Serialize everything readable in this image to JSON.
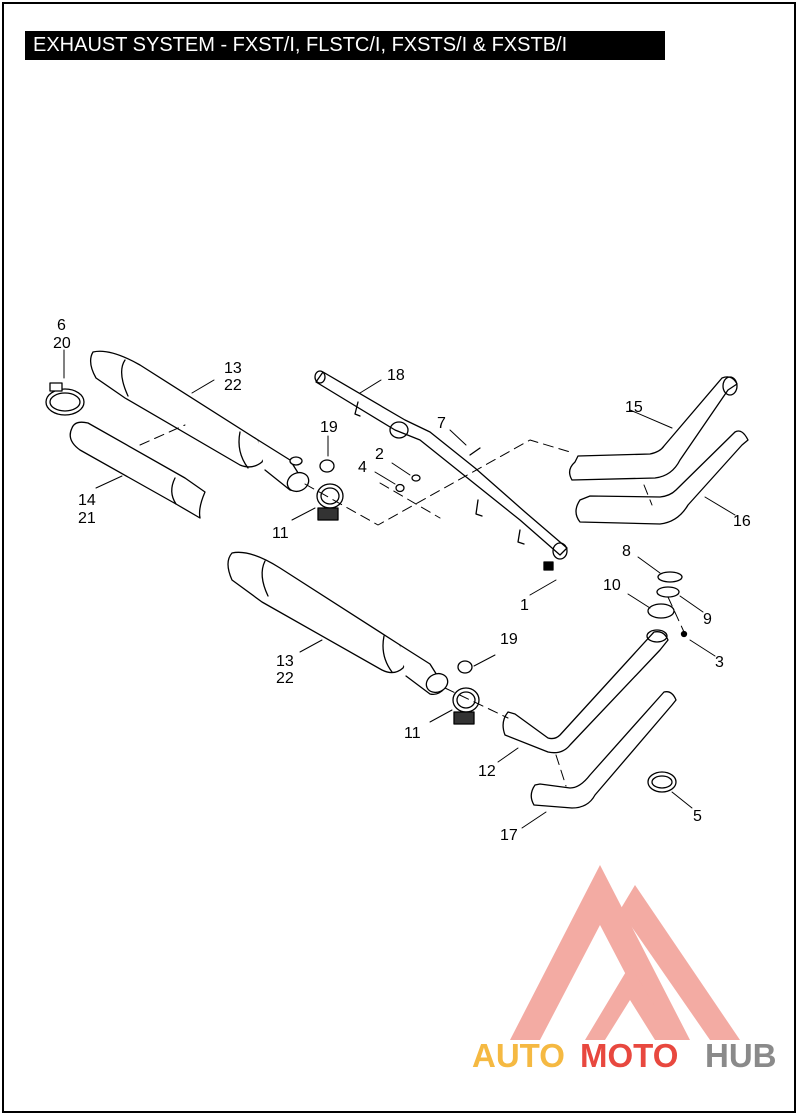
{
  "title": "EXHAUST SYSTEM - FXST/I, FLSTC/I, FXSTS/I & FXSTB/I",
  "callouts": {
    "c1": "1",
    "c2": "2",
    "c3": "3",
    "c4": "4",
    "c5": "5",
    "c6": "6",
    "c20a": "20",
    "c7": "7",
    "c8": "8",
    "c9": "9",
    "c10": "10",
    "c11a": "11",
    "c11b": "11",
    "c12": "12",
    "c13a": "13",
    "c22a": "22",
    "c13b": "13",
    "c22b": "22",
    "c14": "14",
    "c21": "21",
    "c15": "15",
    "c16": "16",
    "c17": "17",
    "c18": "18",
    "c19a": "19",
    "c19b": "19"
  },
  "watermark": {
    "part1": "AUTO",
    "part2": "MOTO",
    "part3": "HUB",
    "color_orange": "#f5b942",
    "color_red": "#e8483f",
    "color_gray": "#8a8a8a",
    "logo_color": "#f2a29a"
  }
}
